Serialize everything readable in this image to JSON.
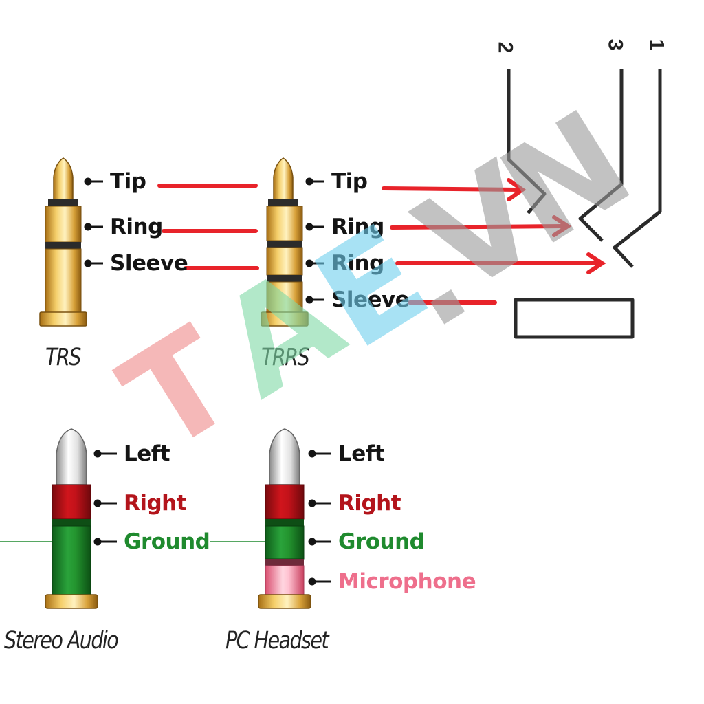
{
  "colors": {
    "arrow": "#e8232a",
    "right": "#b3141b",
    "ground": "#1f8a2e",
    "microphone": "#ee6f8c",
    "dark": "#141414",
    "gold": "#d9a23a",
    "ring_dark": "#2b2b2b",
    "wm_t": "#f08a8a",
    "wm_a": "#7fd9a6",
    "wm_e": "#6fcfee",
    "wm_vn": "#9a9a9a"
  },
  "top_section": {
    "trs": {
      "caption": "TRS",
      "labels": [
        "Tip",
        "Ring",
        "Sleeve"
      ]
    },
    "trrs": {
      "caption": "TRRS",
      "labels": [
        "Tip",
        "Ring",
        "Ring",
        "Sleeve"
      ]
    },
    "pins": [
      "2",
      "3",
      "1"
    ]
  },
  "bottom_section": {
    "stereo": {
      "caption": "Stereo Audio",
      "labels": [
        "Left",
        "Right",
        "Ground"
      ]
    },
    "headset": {
      "caption": "PC Headset",
      "labels": [
        "Left",
        "Right",
        "Ground",
        "Microphone"
      ]
    }
  },
  "watermark": {
    "letters": [
      "T",
      "A",
      "E",
      ".",
      "V",
      "N"
    ]
  }
}
